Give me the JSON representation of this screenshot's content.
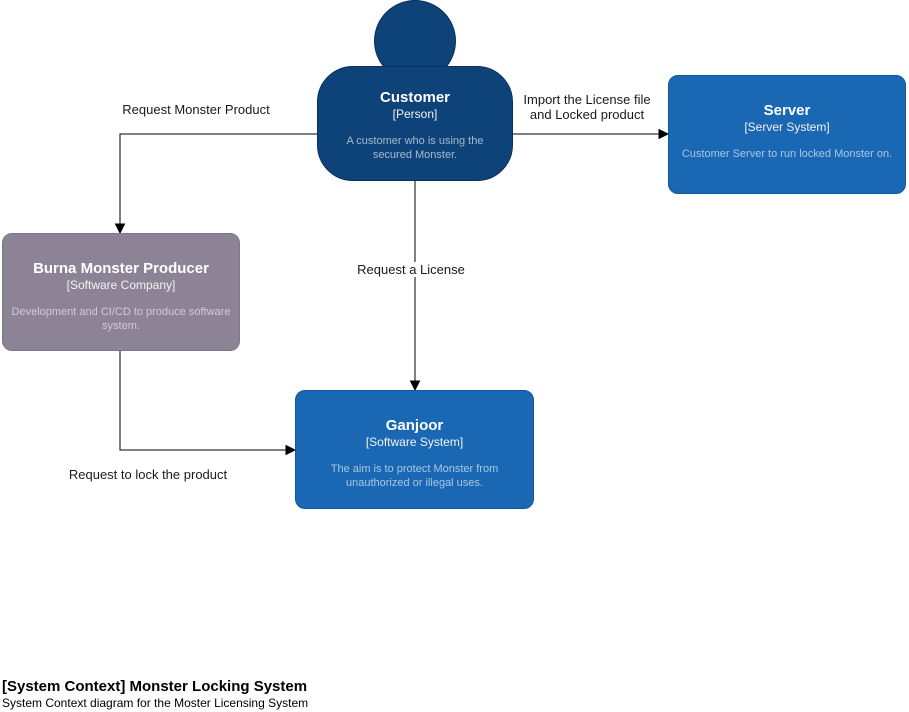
{
  "diagram": {
    "title": "[System Context] Monster Locking System",
    "subtitle": "System Context diagram for the Moster Licensing System"
  },
  "colors": {
    "person_fill": "#0e4379",
    "person_border": "#093059",
    "system_fill": "#1a68b4",
    "system_border": "#10589d",
    "external_fill": "#8c8496",
    "external_border": "#7e768e",
    "edge_line": "#000000",
    "background": "#ffffff"
  },
  "nodes": {
    "customer": {
      "name": "Customer",
      "type": "[Person]",
      "description": "A customer who is using the secured Monster."
    },
    "server": {
      "name": "Server",
      "type": "[Server System]",
      "description": "Customer Server to run locked Monster on."
    },
    "burna": {
      "name": "Burna Monster Producer",
      "type": "[Software Company]",
      "description": "Development and CI/CD to produce software system."
    },
    "ganjoor": {
      "name": "Ganjoor",
      "type": "[Software System]",
      "description": "The aim is to protect Monster from unauthorized or illegal uses."
    }
  },
  "edges": {
    "customer_to_burna": {
      "label": "Request Monster Product"
    },
    "customer_to_server": {
      "label_line1": "Import the License file",
      "label_line2": "and Locked product"
    },
    "customer_to_ganjoor": {
      "label": "Request a License"
    },
    "burna_to_ganjoor": {
      "label": "Request to lock the product"
    }
  }
}
